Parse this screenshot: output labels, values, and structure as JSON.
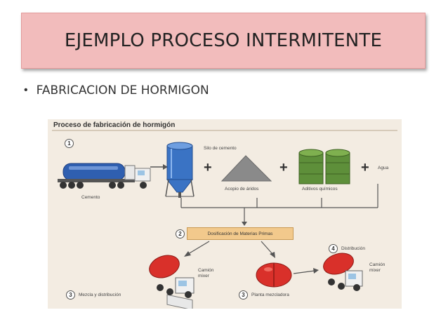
{
  "slide": {
    "title": "EJEMPLO PROCESO INTERMITENTE",
    "bullet": "FABRICACION DE HORMIGON"
  },
  "figure": {
    "title": "Proceso de fabricación de hormigón",
    "steps": [
      "1",
      "2",
      "3",
      "4"
    ],
    "labels": {
      "silo": "Silo de cemento",
      "cemento": "Cemento",
      "aridos": "Acopio de áridos",
      "aditivos": "Aditivos químicos",
      "agua": "Agua",
      "dosificacion": "Dosificación de Materias Primas",
      "camion_mixer": "Camión mixer",
      "mezcla": "Mezcla y distribución",
      "planta": "Planta mezcladora",
      "distribucion": "Distribución",
      "camion_mixer_2": "Camión mixer"
    },
    "plus_sign": "+",
    "colors": {
      "background": "#f3ece2",
      "tanker_blue": "#2f5fb0",
      "silo_blue": "#3a73c4",
      "aggregate_gray": "#8a8a8a",
      "additive_green": "#5e8f3a",
      "mixer_red": "#d9302a",
      "dosing_box": "#f2c98c"
    }
  }
}
